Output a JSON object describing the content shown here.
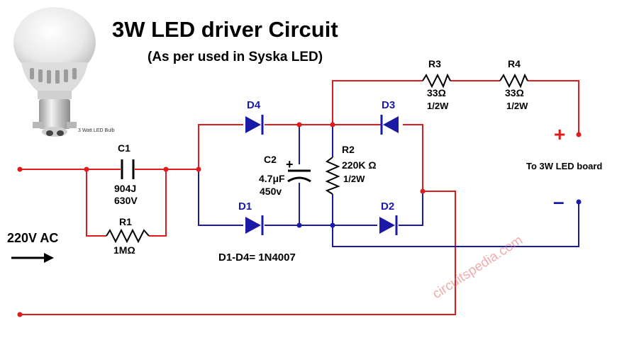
{
  "title": "3W LED driver Circuit",
  "subtitle": "(As per used in Syska LED)",
  "bulb_caption": "3 Watt LED Bulb",
  "input_label": "220V AC",
  "output_label": "To 3W LED board",
  "polarity": {
    "plus": "+",
    "minus": "–"
  },
  "diode_note": "D1-D4= 1N4007",
  "watermark": "circuitspedia.com",
  "components": {
    "c1": {
      "name": "C1",
      "value": "904J",
      "rating": "630V"
    },
    "r1": {
      "name": "R1",
      "value": "1MΩ"
    },
    "c2": {
      "name": "C2",
      "value": "4.7μF",
      "rating": "450v",
      "polarity": "+"
    },
    "r2": {
      "name": "R2",
      "value": "220K Ω",
      "rating": "1/2W"
    },
    "r3": {
      "name": "R3",
      "value": "33Ω",
      "rating": "1/2W"
    },
    "r4": {
      "name": "R4",
      "value": "33Ω",
      "rating": "1/2W"
    },
    "d1": {
      "name": "D1"
    },
    "d2": {
      "name": "D2"
    },
    "d3": {
      "name": "D3"
    },
    "d4": {
      "name": "D4"
    }
  },
  "colors": {
    "positive_wire": "#e01b1b",
    "negative_wire": "#1a1aa6",
    "node": "#e01b1b",
    "diode": "#1a1aa6"
  }
}
